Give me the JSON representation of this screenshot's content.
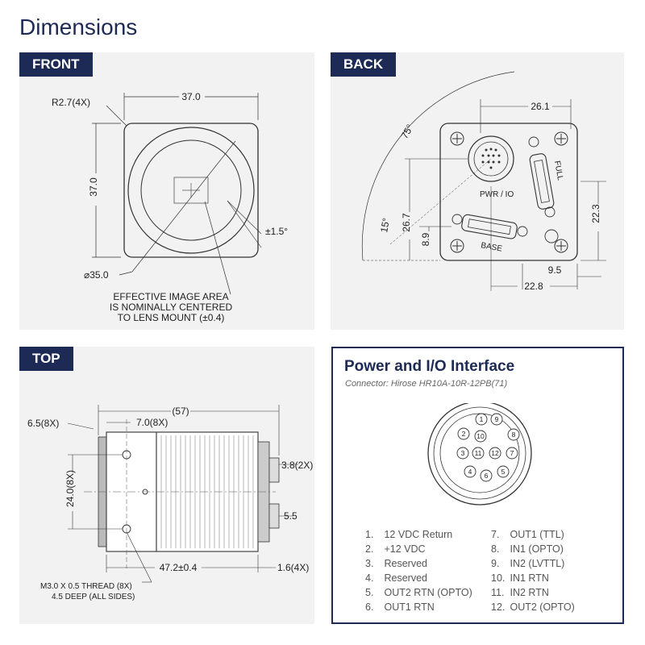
{
  "page_title": "Dimensions",
  "front": {
    "tab": "FRONT",
    "width_dim": "37.0",
    "height_dim": "37.0",
    "radius_label": "R2.7(4X)",
    "diameter_label": "⌀35.0",
    "tolerance_label": "±1.5°",
    "note_lines": [
      "EFFECTIVE IMAGE AREA",
      "IS NOMINALLY CENTERED",
      "TO LENS MOUNT (±0.4)"
    ]
  },
  "back": {
    "tab": "BACK",
    "dim_top": "26.1",
    "dim_right": "22.3",
    "dim_left_a": "26.7",
    "dim_left_b": "8.9",
    "dim_bottom_a": "9.5",
    "dim_bottom_b": "22.8",
    "angle_a": "75°",
    "angle_b": "15°",
    "connector_pwr": "PWR / IO",
    "connector_full": "FULL",
    "connector_base": "BASE"
  },
  "top": {
    "tab": "TOP",
    "dim_overall": "(57)",
    "dim_7": "7.0(8X)",
    "dim_6_5": "6.5(8X)",
    "dim_24": "24.0(8X)",
    "dim_3_8": "3.8(2X)",
    "dim_5_5": "5.5",
    "dim_47": "47.2±0.4",
    "dim_1_6": "1.6(4X)",
    "thread_lines": [
      "M3.0 X 0.5 THREAD (8X)",
      "4.5 DEEP (ALL SIDES)"
    ]
  },
  "io": {
    "title": "Power and I/O Interface",
    "connector": "Connector: Hirose HR10A-10R-12PB(71)",
    "pins_left": [
      {
        "num": "1.",
        "label": "12 VDC Return"
      },
      {
        "num": "2.",
        "label": "+12 VDC"
      },
      {
        "num": "3.",
        "label": "Reserved"
      },
      {
        "num": "4.",
        "label": "Reserved"
      },
      {
        "num": "5.",
        "label": "OUT2 RTN (OPTO)"
      },
      {
        "num": "6.",
        "label": "OUT1 RTN"
      }
    ],
    "pins_right": [
      {
        "num": "7.",
        "label": "OUT1 (TTL)"
      },
      {
        "num": "8.",
        "label": "IN1 (OPTO)"
      },
      {
        "num": "9.",
        "label": "IN2 (LVTTL)"
      },
      {
        "num": "10.",
        "label": "IN1 RTN"
      },
      {
        "num": "11.",
        "label": "IN2 RTN"
      },
      {
        "num": "12.",
        "label": "OUT2 (OPTO)"
      }
    ],
    "diagram_pins": [
      "1",
      "2",
      "3",
      "4",
      "5",
      "6",
      "7",
      "8",
      "9",
      "10",
      "11",
      "12"
    ]
  },
  "colors": {
    "navy": "#1d2a55",
    "panel_bg": "#f2f2f2"
  }
}
